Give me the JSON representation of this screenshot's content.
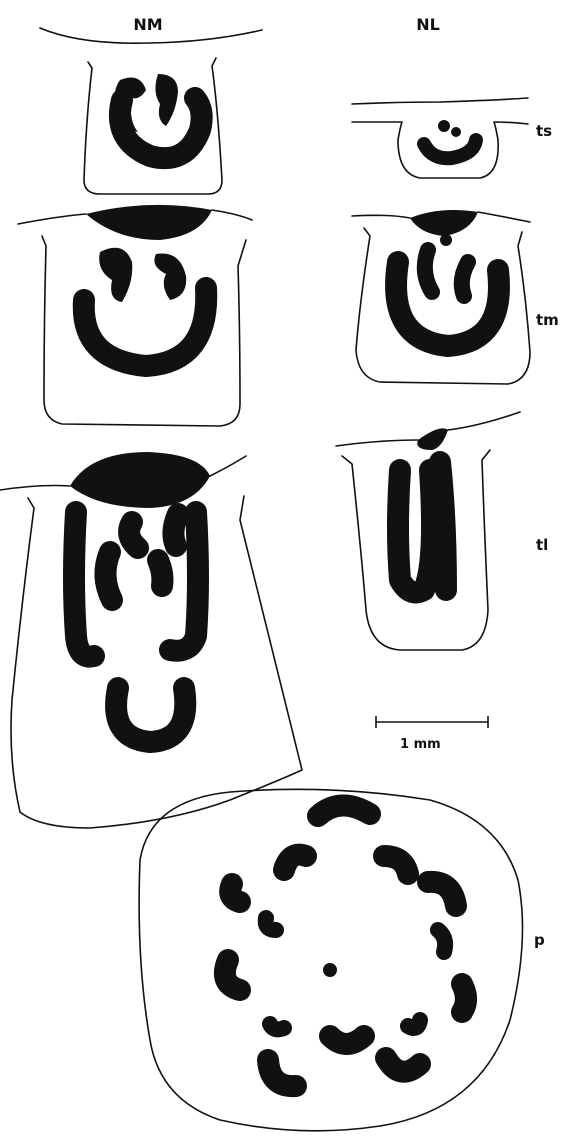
{
  "columns": {
    "left": "NM",
    "right": "NL"
  },
  "rows": {
    "top": "ts",
    "middle": "tm",
    "lower": "tl",
    "bottom": "p"
  },
  "scale_bar": {
    "label": "1 mm"
  },
  "colors": {
    "ink": "#111111",
    "paper": "#ffffff"
  }
}
